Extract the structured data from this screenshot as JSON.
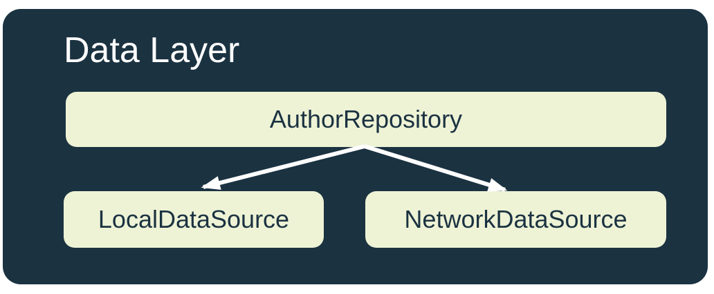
{
  "diagram": {
    "title": "Data Layer",
    "nodes": {
      "repository": {
        "label": "AuthorRepository"
      },
      "local": {
        "label": "LocalDataSource"
      },
      "network": {
        "label": "NetworkDataSource"
      }
    },
    "edges": [
      {
        "from": "AuthorRepository",
        "to": "LocalDataSource",
        "style": "white-arrow"
      },
      {
        "from": "AuthorRepository",
        "to": "NetworkDataSource",
        "style": "white-arrow"
      }
    ],
    "colors": {
      "page_background": "#FFFFFF",
      "card_background": "#1B3241",
      "node_background": "#EEF3D6",
      "node_text": "#1B3241",
      "title_text": "#FFFFFF",
      "arrow": "#FFFFFF"
    }
  }
}
